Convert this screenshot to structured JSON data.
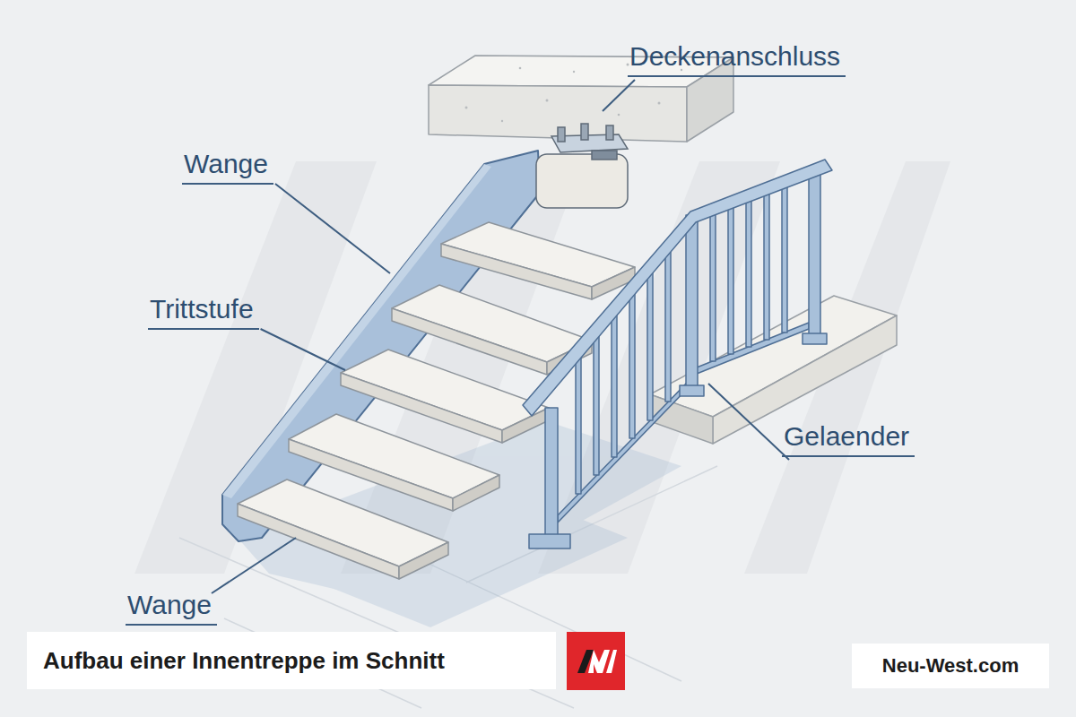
{
  "diagram": {
    "title": "Aufbau einer Innentreppe im Schnitt",
    "labels": [
      "Deckenanschluss",
      "Wange",
      "Trittstufe",
      "Gelaender",
      "Wange",
      "Neu-West.com"
    ]
  }
}
